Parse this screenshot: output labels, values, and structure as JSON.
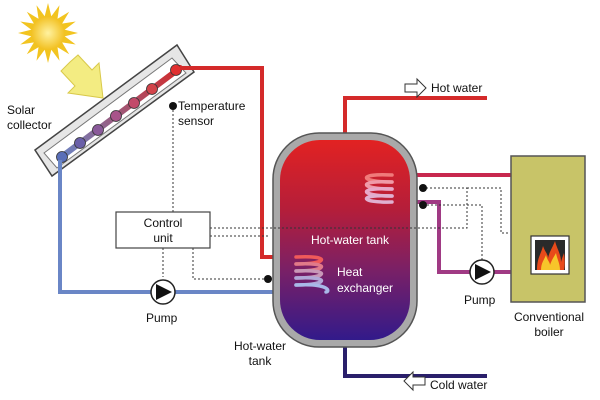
{
  "labels": {
    "solar_collector": [
      "Solar",
      "collector"
    ],
    "temperature_sensor": [
      "Temperature",
      "sensor"
    ],
    "control_unit": [
      "Control",
      "unit"
    ],
    "pump_left": "Pump",
    "pump_right": "Pump",
    "hot_water": "Hot water",
    "cold_water": "Cold water",
    "tank_inner": "Hot-water tank",
    "heat_exchanger": [
      "Heat",
      "exchanger"
    ],
    "tank_outer": [
      "Hot-water",
      "tank"
    ],
    "boiler": [
      "Conventional",
      "boiler"
    ]
  },
  "colors": {
    "hot_pipe": "#d42a2a",
    "cold_pipe": "#6a86c6",
    "boiler_pipe": "#b52e6e",
    "cold_water_pipe": "#2a1f6b",
    "tank_top": "#e02222",
    "tank_bottom": "#3a1a8c",
    "boiler_body": "#c8c468",
    "sun": "#f4cf2a",
    "arrow": "#f3ec82"
  },
  "icons": {
    "sun": "sun-icon",
    "sun_arrow": "sun-arrow-icon",
    "flame": "flame-icon",
    "pump": "pump-icon",
    "flow_arrow": "flow-arrow-icon"
  }
}
